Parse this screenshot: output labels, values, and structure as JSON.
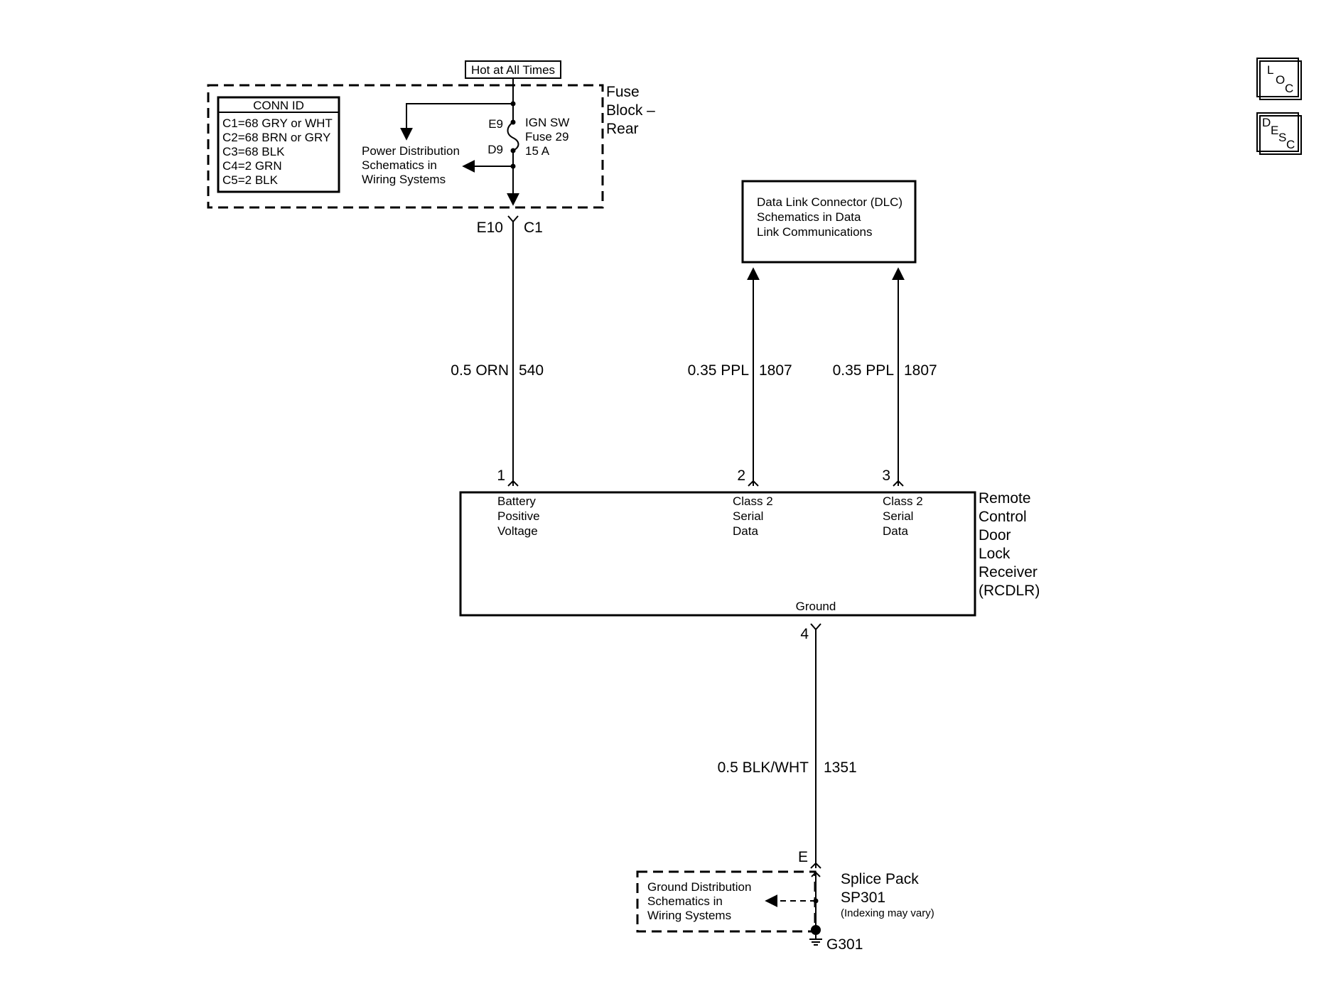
{
  "fuse_block": {
    "hot_label": "Hot at All Times",
    "name_lines": [
      "Fuse",
      "Block –",
      "Rear"
    ],
    "conn_id": {
      "header": "CONN ID",
      "rows": [
        "C1=68 GRY or WHT",
        "C2=68 BRN or GRY",
        "C3=68 BLK",
        "C4=2 GRN",
        "C5=2 BLK"
      ]
    },
    "fuse_lines": [
      "IGN SW",
      "Fuse 29",
      "15 A"
    ],
    "pin_e9": "E9",
    "pin_d9": "D9",
    "power_ref_lines": [
      "Power Distribution",
      "Schematics in",
      "Wiring Systems"
    ],
    "conn_left": "E10",
    "conn_right": "C1"
  },
  "dlc": {
    "lines": [
      "Data Link Connector (DLC)",
      "Schematics in Data",
      "Link Communications"
    ]
  },
  "wires": {
    "w1": {
      "size_color": "0.5 ORN",
      "circuit": "540"
    },
    "w2": {
      "size_color": "0.35 PPL",
      "circuit": "1807"
    },
    "w3": {
      "size_color": "0.35 PPL",
      "circuit": "1807"
    },
    "w4": {
      "size_color": "0.5 BLK/WHT",
      "circuit": "1351"
    }
  },
  "module": {
    "name_lines": [
      "Remote",
      "Control",
      "Door",
      "Lock",
      "Receiver",
      "(RCDLR)"
    ],
    "pins": [
      {
        "num": "1",
        "lines": [
          "Battery",
          "Positive",
          "Voltage"
        ]
      },
      {
        "num": "2",
        "lines": [
          "Class 2",
          "Serial",
          "Data"
        ]
      },
      {
        "num": "3",
        "lines": [
          "Class 2",
          "Serial",
          "Data"
        ]
      }
    ],
    "ground_label": "Ground",
    "ground_pin": "4"
  },
  "splice": {
    "conn_letter": "E",
    "name_lines": [
      "Splice Pack",
      "SP301"
    ],
    "note": "(Indexing may vary)",
    "ground_ref_lines": [
      "Ground Distribution",
      "Schematics in",
      "Wiring Systems"
    ],
    "ground_id": "G301"
  },
  "nav": {
    "loc": [
      "L",
      "O",
      "C"
    ],
    "desc": [
      "D",
      "E",
      "S",
      "C"
    ]
  }
}
